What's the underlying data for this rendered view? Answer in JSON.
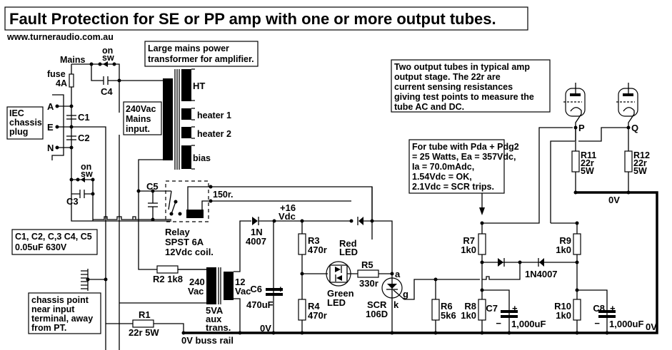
{
  "title": "Fault Protection for SE or PP amp with one or more output tubes.",
  "website": "www.turneraudio.com.au",
  "colors": {
    "ink": "#000000",
    "background": "#ffffff"
  },
  "notes": {
    "power_transformer": [
      "Large mains power",
      "transformer for amplifier."
    ],
    "mains_input": [
      "240Vac",
      "Mains",
      "input."
    ],
    "iec_plug": [
      "IEC",
      "chassis",
      "plug"
    ],
    "cap_values": [
      "C1, C2, C,3 C4, C5",
      "0.05uF 630V"
    ],
    "chassis_point": [
      "chassis point",
      "near input",
      "terminal, away",
      "from PT."
    ],
    "output_tubes": [
      "Two output tubes in typical amp",
      "output stage. The 22r are",
      "current sensing resistances",
      "giving test points to measure the",
      "tube AC and DC."
    ],
    "tube_spec": [
      "For tube with Pda + Pdg2",
      "= 25 Watts, Ea = 357Vdc,",
      "Ia = 70.0mAdc,",
      "1.54Vdc = OK,",
      "2.1Vdc = SCR trips."
    ]
  },
  "labels": {
    "mains": "Mains",
    "on_sw": [
      "on",
      "sw"
    ],
    "fuse": [
      "fuse",
      "4A"
    ],
    "pin_a": "A",
    "pin_e": "E",
    "pin_n": "N",
    "c1": "C1",
    "c2": "C2",
    "c3": "C3",
    "c4": "C4",
    "c5": "C5",
    "ht": "HT",
    "heater1": "heater 1",
    "heater2": "heater 2",
    "bias": "bias",
    "relay": [
      "Relay",
      "SPST 6A",
      "12Vdc coil."
    ],
    "coil_res": "150r.",
    "r2": "R2 1k8",
    "aux_primary": [
      "240",
      "Vac"
    ],
    "aux_secondary": [
      "12",
      "Vac"
    ],
    "aux_trans": [
      "5VA",
      "aux",
      "trans."
    ],
    "r1": "R1",
    "r1_value": "22r 5W",
    "buss_rail": "0V buss rail",
    "d_1n4007": [
      "1N",
      "4007"
    ],
    "plus16": [
      "+16",
      "Vdc"
    ],
    "c6": "C6",
    "c6_value": "470uF",
    "plus": "+",
    "minus": "−",
    "zero_v": "0V",
    "r3": [
      "R3",
      "470r"
    ],
    "r4": [
      "R4",
      "470r"
    ],
    "red_led": [
      "Red",
      "LED"
    ],
    "green_led": [
      "Green",
      "LED"
    ],
    "r5": "R5",
    "r5_value": "330r",
    "scr": [
      "SCR",
      "106D"
    ],
    "scr_a": "a",
    "scr_g": "g",
    "scr_k": "k",
    "r6": [
      "R6",
      "5k6"
    ],
    "r7": [
      "R7",
      "1k0"
    ],
    "r8": [
      "R8",
      "1k0"
    ],
    "r9": [
      "R9",
      "1k0"
    ],
    "r10": [
      "R10",
      "1k0"
    ],
    "c7": "C7",
    "c8": "C8",
    "c7_value": "1,000uF",
    "c8_value": "1,000uF",
    "diodes_pair": "1N4007",
    "r11": [
      "R11",
      "22r",
      "5W"
    ],
    "r12": [
      "R12",
      "22r",
      "5W"
    ],
    "tp_p": "P",
    "tp_q": "Q"
  }
}
